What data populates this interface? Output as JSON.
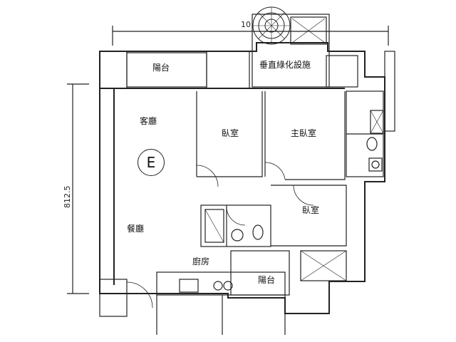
{
  "rooms": {
    "balcony_top": "陽台",
    "vertical_green": "垂直綠化設施",
    "living": "客廳",
    "bedroom_1": "臥室",
    "master_bedroom": "主臥室",
    "bedroom_2": "臥室",
    "dining": "餐廳",
    "kitchen": "廚房",
    "balcony_bottom": "陽台"
  },
  "dimensions": {
    "top": "10",
    "left": "812.5"
  },
  "unit_marker": "E"
}
